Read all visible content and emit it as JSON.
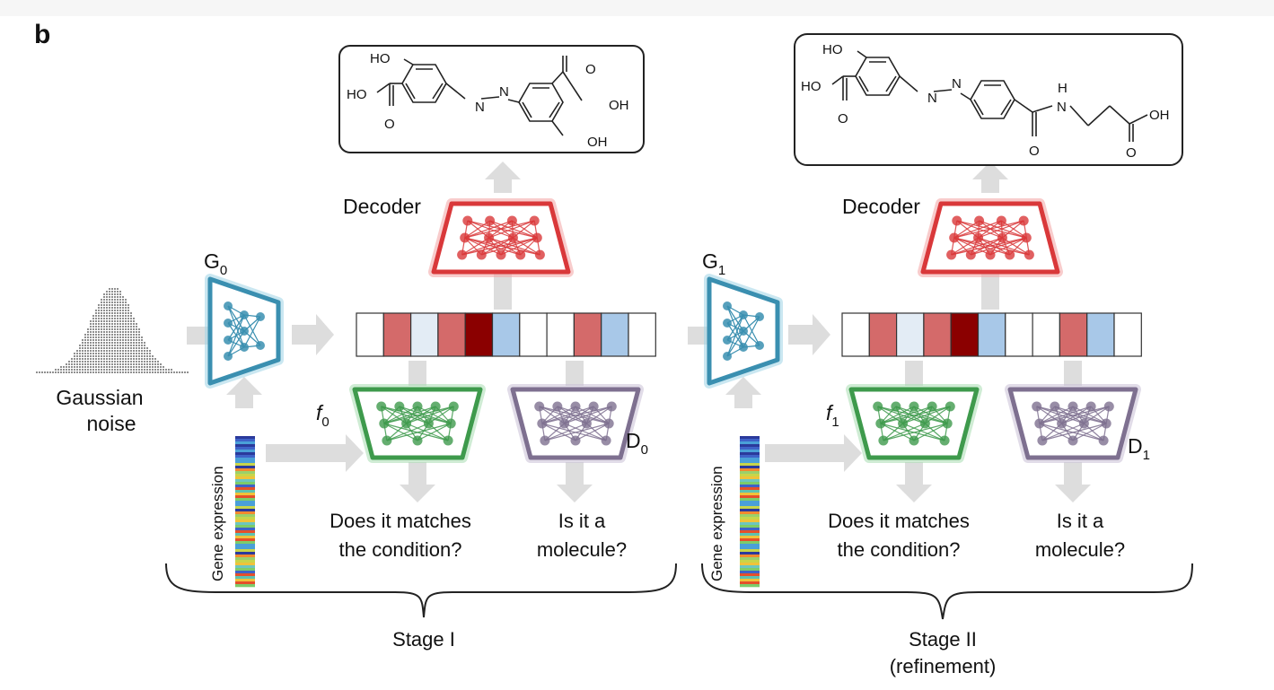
{
  "panel_label": "b",
  "stage1": {
    "generator_label": "G",
    "generator_sub": "0",
    "decoder_label": "Decoder",
    "condition_label": "f",
    "condition_sub": "0",
    "discriminator_label": "D",
    "discriminator_sub": "0",
    "question_condition_1": "Does it matches",
    "question_condition_2": "the condition?",
    "question_molecule_1": "Is it a",
    "question_molecule_2": "molecule?",
    "stage_label_1": "Stage I",
    "stage_label_2": ""
  },
  "stage2": {
    "generator_label": "G",
    "generator_sub": "1",
    "decoder_label": "Decoder",
    "condition_label": "f",
    "condition_sub": "1",
    "discriminator_label": "D",
    "discriminator_sub": "1",
    "question_condition_1": "Does it matches",
    "question_condition_2": "the condition?",
    "question_molecule_1": "Is it a",
    "question_molecule_2": "molecule?",
    "stage_label_1": "Stage II",
    "stage_label_2": "(refinement)"
  },
  "noise": {
    "line1": "Gaussian",
    "line2": "noise"
  },
  "gene_expression_label": "Gene expression",
  "latent_vector_colors": [
    "#ffffff",
    "#d46a6a",
    "#e3ecf5",
    "#d46a6a",
    "#8b0000",
    "#a8c8e8",
    "#ffffff",
    "#ffffff",
    "#d46a6a",
    "#a8c8e8",
    "#ffffff"
  ],
  "molecule1": {
    "labels": {
      "ho_top": "HO",
      "ho_left": "HO",
      "n1": "N",
      "n2": "N",
      "o_left": "O",
      "o_right": "O",
      "oh_right": "OH",
      "oh_bottom": "OH"
    }
  },
  "molecule2": {
    "labels": {
      "ho_top": "HO",
      "ho_left": "HO",
      "n1": "N",
      "n2": "N",
      "o_left": "O",
      "h": "H",
      "n_amide": "N",
      "o_amide": "O",
      "o_acid": "O",
      "oh": "OH"
    }
  },
  "colors": {
    "generator": "#3a8fb0",
    "decoder": "#d9383a",
    "condition_net": "#3e9a4c",
    "discriminator": "#7e7090",
    "arrow": "#dddddd"
  }
}
